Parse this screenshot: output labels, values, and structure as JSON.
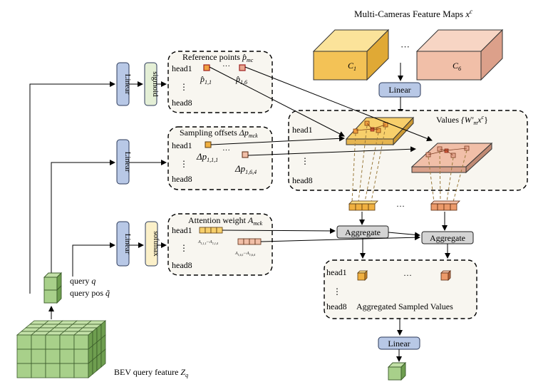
{
  "title_maps": "Multi-Cameras Feature Maps",
  "title_maps_sym": "x",
  "title_maps_sup": "c",
  "cam_first": "C",
  "cam_first_sub": "1",
  "cam_last": "C",
  "cam_last_sub": "6",
  "ellipsis": "···",
  "linear": "Linear",
  "sigmoid": "sigmoid",
  "softmax": "softmax",
  "head1": "head1",
  "head8": "head8",
  "vdots": "⋮",
  "ref_label": "Reference points",
  "ref_sym": "p̂",
  "ref_sub": "mc",
  "ref_p1": "p̂",
  "ref_p1_sub": "1,1",
  "ref_p6": "p̂",
  "ref_p6_sub": "1,6",
  "samp_label": "Sampling offsets",
  "samp_sym": "Δp",
  "samp_sub": "mck",
  "samp_p1": "Δp",
  "samp_p1_sub": "1,1,1",
  "samp_p2": "Δp",
  "samp_p2_sub": "1,6,4",
  "attn_label": "Attention weight",
  "attn_sym": "A",
  "attn_sub": "mck",
  "attn_w1a": "A",
  "attn_w1a_sub": "1,1,1",
  "attn_w1b": "A",
  "attn_w1b_sub": "1,1,4",
  "attn_w2a": "A",
  "attn_w2a_sub": "1,6,1",
  "attn_w2b": "A",
  "attn_w2b_sub": "1,6,4",
  "values_label": "Values",
  "values_expr": "{W′",
  "values_sub": "m",
  "values_tail": "x",
  "values_sup": "c",
  "values_close": "}",
  "aggregate": "Aggregate",
  "agg_label": "Aggregated Sampled Values",
  "query_q": "query",
  "query_q_sym": "q",
  "query_pos": "query pos",
  "query_pos_sym": "q̃",
  "bev_label": "BEV query feature",
  "bev_sym": "Z",
  "bev_sub": "q",
  "colors": {
    "cam1": "#f7cf6b",
    "cam6": "#f1bfa8",
    "linear": "#b8c8e6",
    "cube": "#a8d08a",
    "cube_dark": "#6e9e4f",
    "point_orange": "#f0a040",
    "point_salmon": "#e8a890",
    "point_red": "#e06040",
    "agg_gray": "#d4d4d4"
  }
}
